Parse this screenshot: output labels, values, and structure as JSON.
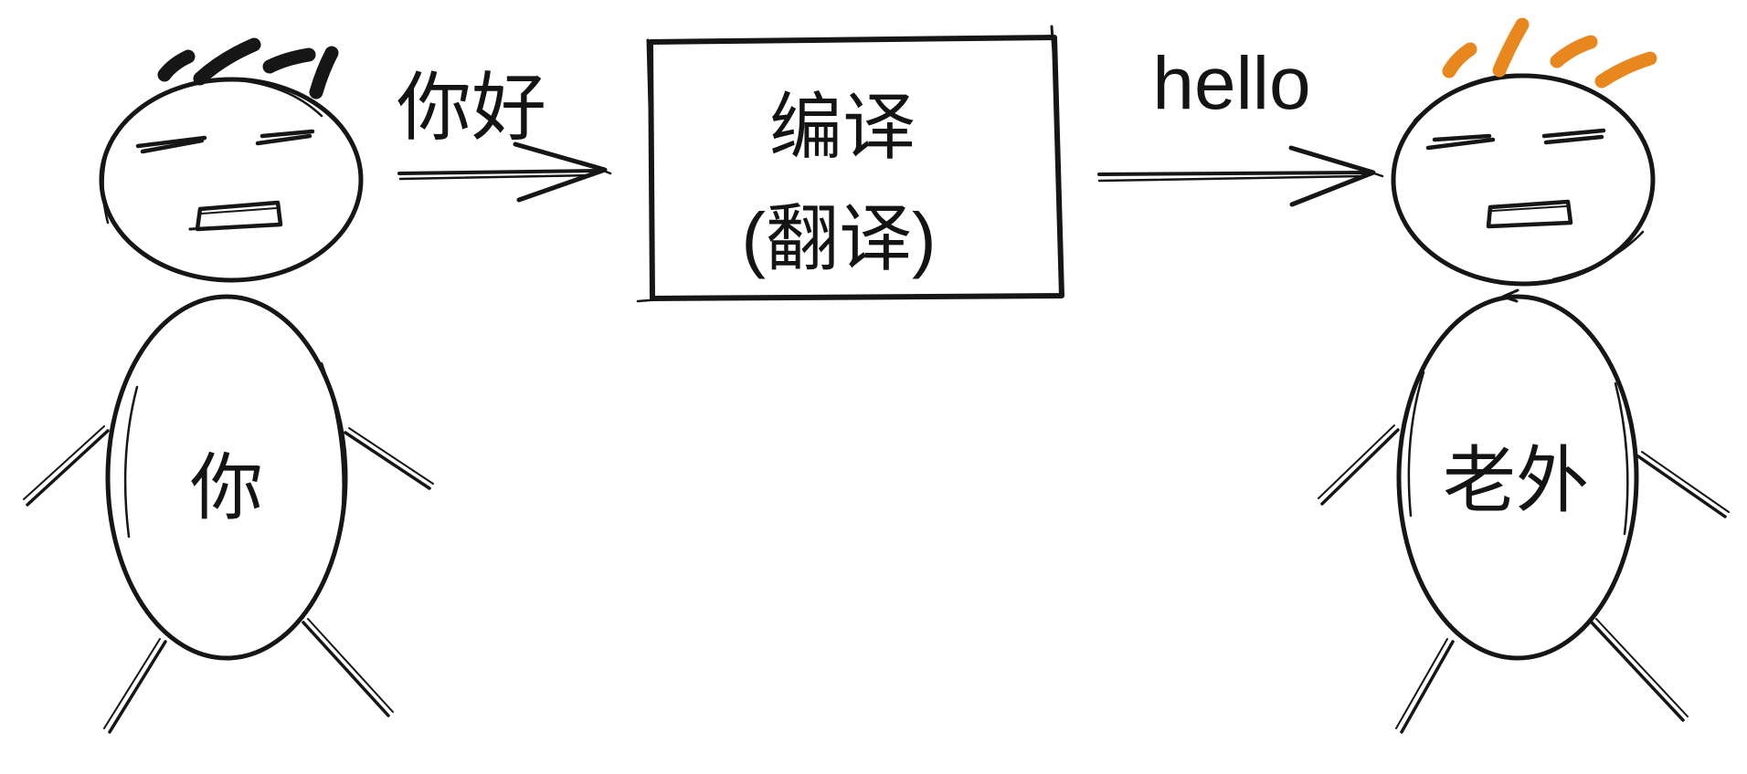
{
  "colors": {
    "ink": "#161616",
    "orange": "#E8871D",
    "background": "#FFFFFF"
  },
  "left_person": {
    "label": "你",
    "message": "你好"
  },
  "translator": {
    "line1": "编译",
    "line2": "(翻译)"
  },
  "right_person": {
    "label": "老外",
    "message": "hello"
  }
}
